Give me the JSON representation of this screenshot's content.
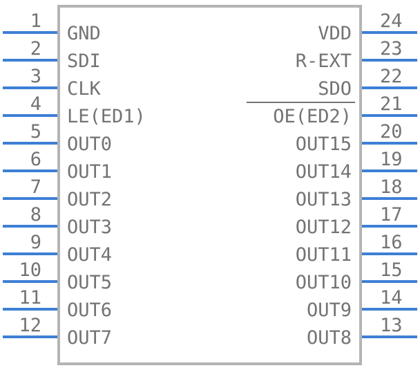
{
  "colors": {
    "pin": "#3d7fd6",
    "body_outline": "#b4b4b4",
    "text": "#737373"
  },
  "left_pins": [
    {
      "number": "1",
      "label": "GND"
    },
    {
      "number": "2",
      "label": "SDI"
    },
    {
      "number": "3",
      "label": "CLK"
    },
    {
      "number": "4",
      "label": "LE(ED1)"
    },
    {
      "number": "5",
      "label": "OUT0"
    },
    {
      "number": "6",
      "label": "OUT1"
    },
    {
      "number": "7",
      "label": "OUT2"
    },
    {
      "number": "8",
      "label": "OUT3"
    },
    {
      "number": "9",
      "label": "OUT4"
    },
    {
      "number": "10",
      "label": "OUT5"
    },
    {
      "number": "11",
      "label": "OUT6"
    },
    {
      "number": "12",
      "label": "OUT7"
    }
  ],
  "right_pins": [
    {
      "number": "24",
      "label": "VDD",
      "overline": false
    },
    {
      "number": "23",
      "label": "R-EXT",
      "overline": false
    },
    {
      "number": "22",
      "label": "SDO",
      "overline": false
    },
    {
      "number": "21",
      "label": "OE(ED2)",
      "overline": true
    },
    {
      "number": "20",
      "label": "OUT15",
      "overline": false
    },
    {
      "number": "19",
      "label": "OUT14",
      "overline": false
    },
    {
      "number": "18",
      "label": "OUT13",
      "overline": false
    },
    {
      "number": "17",
      "label": "OUT12",
      "overline": false
    },
    {
      "number": "16",
      "label": "OUT11",
      "overline": false
    },
    {
      "number": "15",
      "label": "OUT10",
      "overline": false
    },
    {
      "number": "14",
      "label": "OUT9",
      "overline": false
    },
    {
      "number": "13",
      "label": "OUT8",
      "overline": false
    }
  ]
}
